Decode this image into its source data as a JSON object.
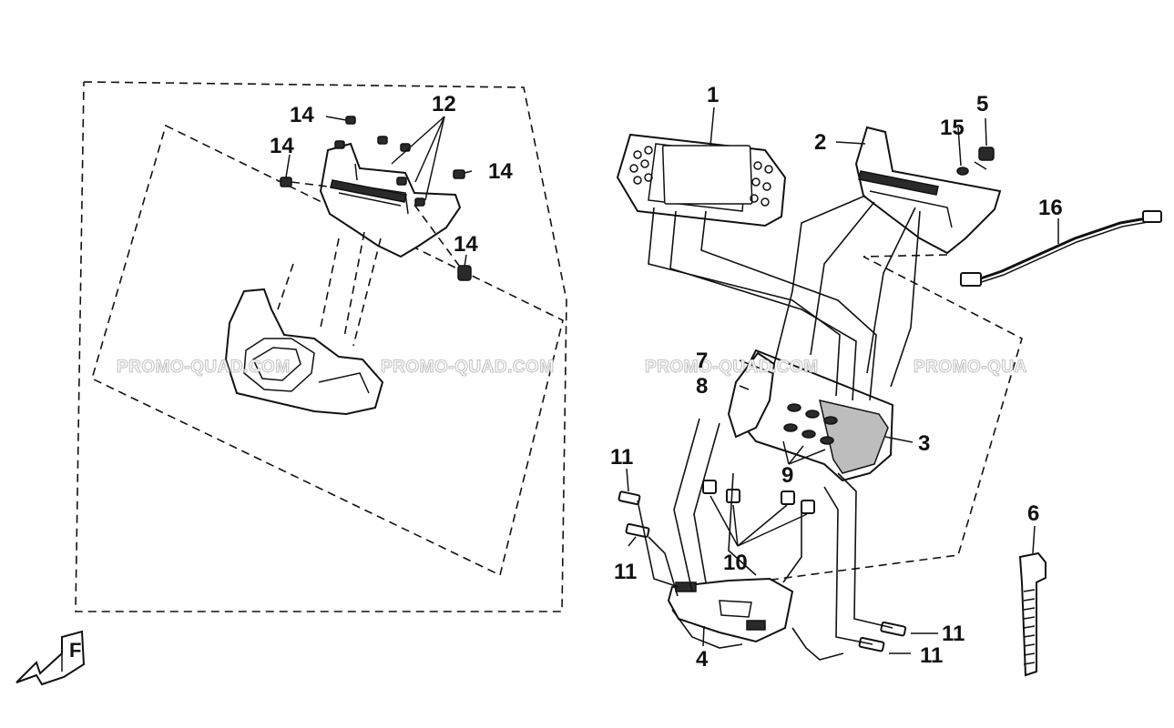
{
  "watermarks": [
    "PROMO-QUAD.COM",
    "PROMO-QUAD.COM",
    "PROMO-QUAD.COM",
    "PROMO-QUA"
  ],
  "callouts": {
    "c1": "1",
    "c2": "2",
    "c3": "3",
    "c4": "4",
    "c5": "5",
    "c6": "6",
    "c7": "7",
    "c8": "8",
    "c9": "9",
    "c10": "10",
    "c11a": "11",
    "c11b": "11",
    "c11c": "11",
    "c11d": "11",
    "c12": "12",
    "c14a": "14",
    "c14b": "14",
    "c14c": "14",
    "c14d": "14",
    "c15": "15",
    "c16": "16"
  },
  "front_marker": "F"
}
